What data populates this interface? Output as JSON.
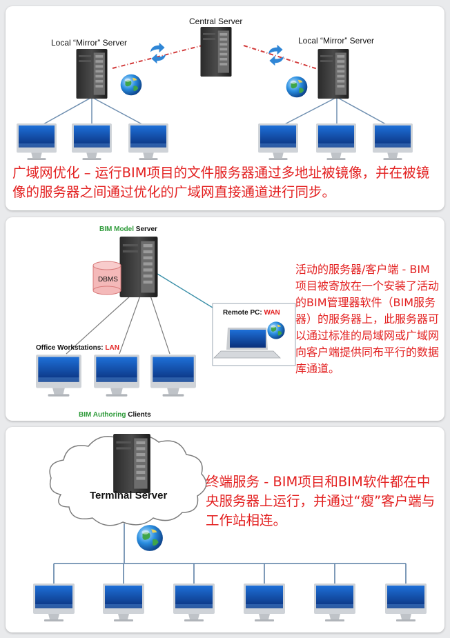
{
  "panel1": {
    "central_label": "Central Server",
    "local_left_label": "Local “Mirror” Server",
    "local_right_label": "Local “Mirror” Server",
    "caption": "广域网优化 – 运行BIM项目的文件服务器通过多地址被镜像，并在被镜像的服务器之间通过优化的广域网直接通道进行同步。"
  },
  "panel2": {
    "server_label_part1": "BIM Model",
    "server_label_part2": " Server",
    "dbms_label": "DBMS",
    "remote_label_part1": "Remote PC: ",
    "remote_label_part2": "WAN",
    "office_label_part1": "Office Workstations: ",
    "office_label_part2": "LAN",
    "clients_label_part1": "BIM Authoring",
    "clients_label_part2": " Clients",
    "caption": "活动的服务器/客户端 - BIM项目被寄放在一个安装了活动的BIM管理器软件（BIM服务器）的服务器上，此服务器可以通过标准的局域网或广域网向客户端提供同布平行的数据库通道。"
  },
  "panel3": {
    "terminal_label": "Terminal Server",
    "caption": "终端服务 - BIM项目和BIM软件都在中央服务器上运行，并通过“瘦”客户端与工作站相连。"
  },
  "colors": {
    "caption_red": "#e32020",
    "green": "#2e9b3a",
    "wire_blue": "#6f8fb0",
    "link_red": "#d23a3a"
  }
}
